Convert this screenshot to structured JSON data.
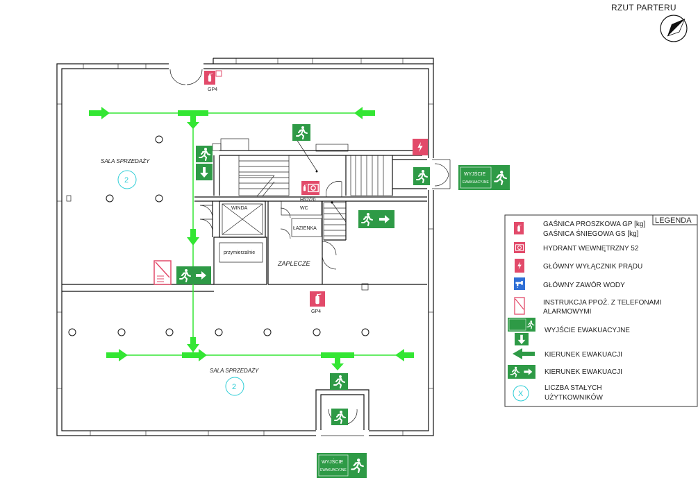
{
  "title": "RZUT PARTERU",
  "colors": {
    "evac_green": "#2e9a46",
    "route_green": "#33e633",
    "fire_red": "#e24a6a",
    "water_blue": "#2f6fd6",
    "occupancy_cyan": "#2ccdd6"
  },
  "rooms": {
    "sala_top": "SALA SPRZEDAŻY",
    "sala_bottom": "SALA SPRZEDAŻY",
    "winda": "WINDA",
    "wc": "WC",
    "lazienka": "ŁAZIENKA",
    "przymierzalnie": "przymierzalnie",
    "zaplecze": "ZAPLECZE"
  },
  "occupancy": {
    "top": "2",
    "bottom": "2"
  },
  "equipment_labels": {
    "gp_top": "GP4",
    "gp_bottom": "GP4",
    "hydrant": "H52/20"
  },
  "exit_sign_text": [
    "WYJŚCIE",
    "EWAKUACYJNE"
  ],
  "legend": {
    "title": "LEGENDA",
    "items": [
      {
        "icon": "extinguisher-icon",
        "lines": [
          "GAŚNICA PROSZKOWA GP [kg]",
          "GAŚNICA ŚNIEGOWA GS [kg]"
        ]
      },
      {
        "icon": "hydrant-icon",
        "lines": [
          "HYDRANT WEWNĘTRZNY 52"
        ]
      },
      {
        "icon": "power-switch-icon",
        "lines": [
          "GŁÓWNY WYŁĄCZNIK PRĄDU"
        ]
      },
      {
        "icon": "water-valve-icon",
        "lines": [
          "GŁÓWNY ZAWÓR WODY"
        ]
      },
      {
        "icon": "instruction-icon",
        "lines": [
          "INSTRUKCJA PPOŻ. Z TELEFONAMI",
          "ALARMOWYMI"
        ]
      },
      {
        "icon": "emergency-exit-icon",
        "lines": [
          "WYJŚCIE EWAKUACYJNE"
        ]
      },
      {
        "icon": "arrow-left-icon",
        "lines": [
          "KIERUNEK EWAKUACJI"
        ]
      },
      {
        "icon": "exit-direction-icon",
        "lines": [
          "KIERUNEK EWAKUACJI"
        ]
      },
      {
        "icon": "occupancy-icon",
        "lines": [
          "LICZBA STAŁYCH",
          "UŻYTKOWNIKÓW"
        ],
        "symbol": "X"
      }
    ]
  }
}
